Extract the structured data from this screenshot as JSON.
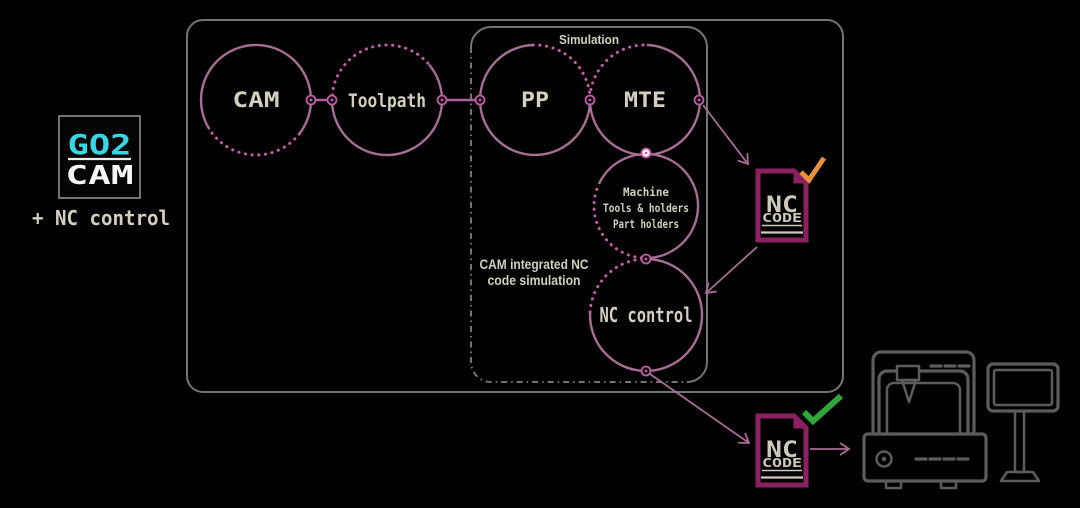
{
  "logo": {
    "top": "GO2",
    "bottom": "CAM",
    "tagline": "+ NC control"
  },
  "diagram": {
    "simulation_label": "Simulation",
    "caption_line1": "CAM integrated NC",
    "caption_line2": "code simulation",
    "circles": {
      "cam": "CAM",
      "toolpath": "Toolpath",
      "pp": "PP",
      "mte": "MTE",
      "machine_line1": "Machine",
      "machine_line2": "Tools & holders",
      "machine_line3": "Part holders",
      "nc_control": "NC control"
    }
  },
  "docs": {
    "output1": {
      "title": "NC",
      "subtitle": "CODE",
      "status_icon": "orange-checkmark"
    },
    "output2": {
      "title": "NC",
      "subtitle": "CODE",
      "status_icon": "green-checkmark"
    }
  },
  "icons": {
    "machine": "cnc-machine-icon",
    "monitor": "control-monitor-icon"
  },
  "colors": {
    "background": "#000000",
    "box_border": "#737373",
    "circle_solid": "#a66d95",
    "circle_dotted": "#c45ca8",
    "node_ring": "#c05ba6",
    "connector": "#ad5f9e",
    "arrow": "#a76d96",
    "text_beige": "#d5cfc0",
    "doc_plum": "#8a2163",
    "doc_text": "#cfc9ba",
    "check_orange": "#e8923a",
    "check_green": "#2fa63c",
    "machine_gray": "#5c5c5c",
    "logo_cyan": "#35d8e5",
    "logo_white": "#f5f5f5",
    "logo_border": "#8f8f8f"
  }
}
